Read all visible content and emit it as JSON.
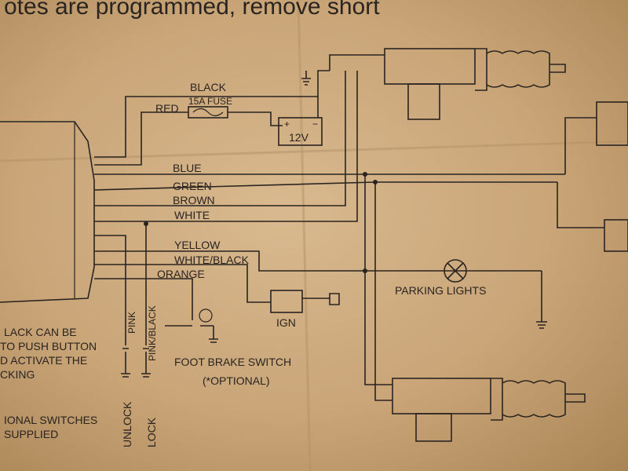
{
  "header_text": "otes are programmed, remove short",
  "wires": {
    "black": "BLACK",
    "red": "RED",
    "fuse": "15A FUSE",
    "battery": "12V",
    "blue": "BLUE",
    "green": "GREEN",
    "brown": "BROWN",
    "white": "WHITE",
    "yellow": "YELLOW",
    "white_black": "WHITE/BLACK",
    "orange": "ORANGE",
    "pink": "PINK",
    "pink_black": "PINK/BLACK"
  },
  "components": {
    "parking_lights": "PARKING LIGHTS",
    "ign": "IGN",
    "foot_brake": "FOOT BRAKE SWITCH",
    "optional": "(*OPTIONAL)",
    "unlock": "UNLOCK",
    "lock": "LOCK"
  },
  "left_notes": [
    "LACK CAN BE",
    "TO PUSH BUTTON",
    "D ACTIVATE THE",
    "CKING"
  ],
  "bottom_notes": [
    "IONAL SWITCHES",
    "SUPPLIED"
  ]
}
